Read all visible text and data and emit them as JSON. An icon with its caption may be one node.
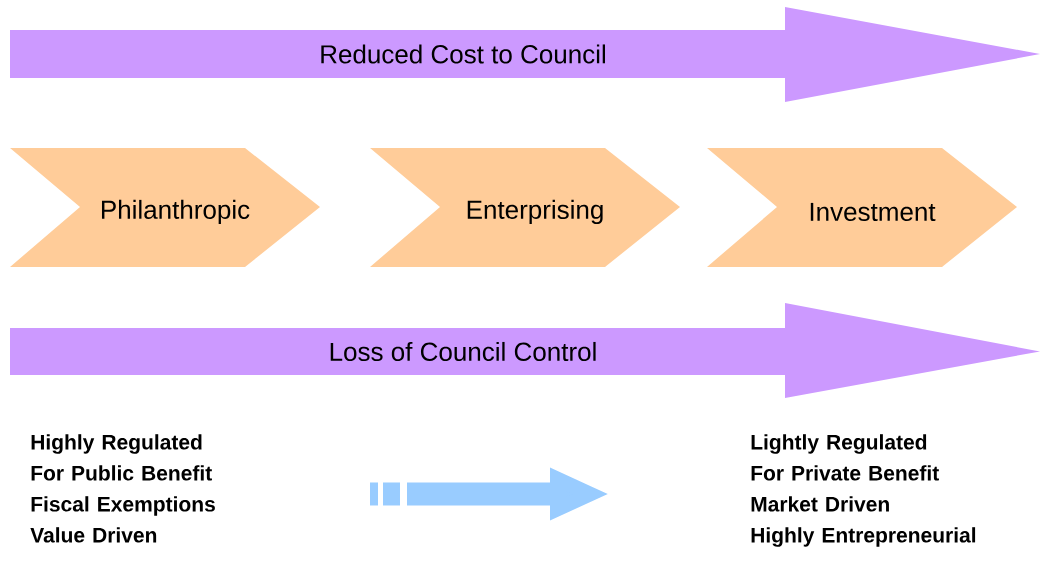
{
  "diagram": {
    "nodes": [
      {
        "text": [
          "Reduced Cost to Council"
        ]
      },
      {
        "text": [
          "Philanthropic"
        ]
      },
      {
        "text": [
          "Enterprising"
        ]
      },
      {
        "text": [
          "Investment"
        ]
      },
      {
        "text": [
          "Loss of Council Control"
        ]
      },
      {
        "text": [
          "Highly Regulated",
          "For Public Benefit",
          "Fiscal Exemptions",
          "Value Driven"
        ]
      },
      {
        "text": [
          "Lightly Regulated",
          "For Private Benefit",
          "Market Driven",
          "Highly Entrepreneurial"
        ]
      }
    ]
  }
}
